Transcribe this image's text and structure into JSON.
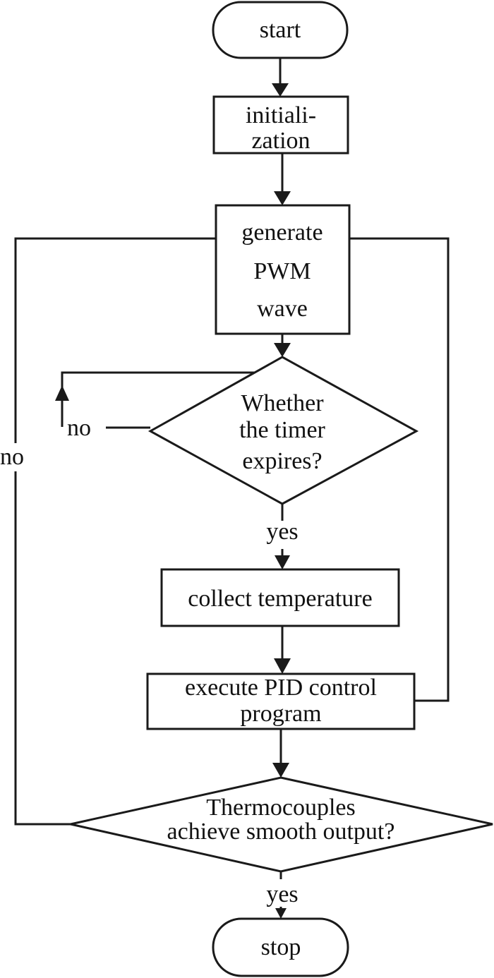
{
  "diagram": {
    "type": "flowchart",
    "nodes": {
      "start": {
        "kind": "terminator",
        "lines": [
          "start"
        ]
      },
      "init": {
        "kind": "process",
        "lines": [
          "initiali-",
          "zation"
        ]
      },
      "pwm": {
        "kind": "process",
        "lines": [
          "generate",
          "PWM",
          "wave"
        ]
      },
      "timer": {
        "kind": "decision",
        "lines": [
          "Whether",
          "the timer",
          "expires?"
        ]
      },
      "collect": {
        "kind": "process",
        "lines": [
          "collect temperature"
        ]
      },
      "pid": {
        "kind": "process",
        "lines": [
          "execute PID control",
          "program"
        ]
      },
      "smooth": {
        "kind": "decision",
        "lines": [
          "Thermocouples",
          "achieve smooth output?"
        ]
      },
      "stop": {
        "kind": "terminator",
        "lines": [
          "stop"
        ]
      }
    },
    "edges": [
      {
        "from": "start",
        "to": "init",
        "label": ""
      },
      {
        "from": "init",
        "to": "pwm",
        "label": ""
      },
      {
        "from": "pwm",
        "to": "timer",
        "label": ""
      },
      {
        "from": "timer",
        "to": "timer",
        "label": "no"
      },
      {
        "from": "timer",
        "to": "collect",
        "label": "yes"
      },
      {
        "from": "collect",
        "to": "pid",
        "label": ""
      },
      {
        "from": "pid",
        "to": "pwm",
        "label": ""
      },
      {
        "from": "smooth",
        "to": "pwm",
        "label": "no"
      },
      {
        "from": "smooth",
        "to": "stop",
        "label": "yes"
      }
    ],
    "labels": {
      "timer_no": "no",
      "timer_yes": "yes",
      "smooth_no": "no",
      "smooth_yes": "yes"
    }
  }
}
